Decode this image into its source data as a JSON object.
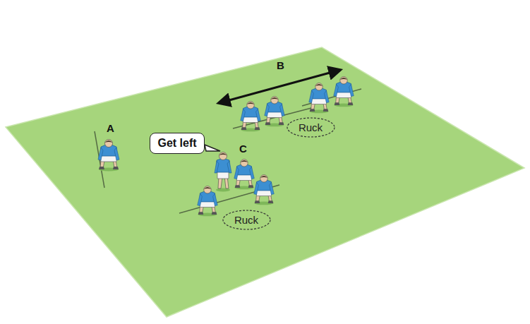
{
  "diagram": {
    "nodes": [
      {
        "text": [
          "Ruck"
        ]
      },
      {
        "text": [
          "Get left"
        ]
      },
      {
        "text": [
          "Ruck"
        ]
      }
    ],
    "labels": [
      "A",
      "B",
      "C"
    ]
  }
}
